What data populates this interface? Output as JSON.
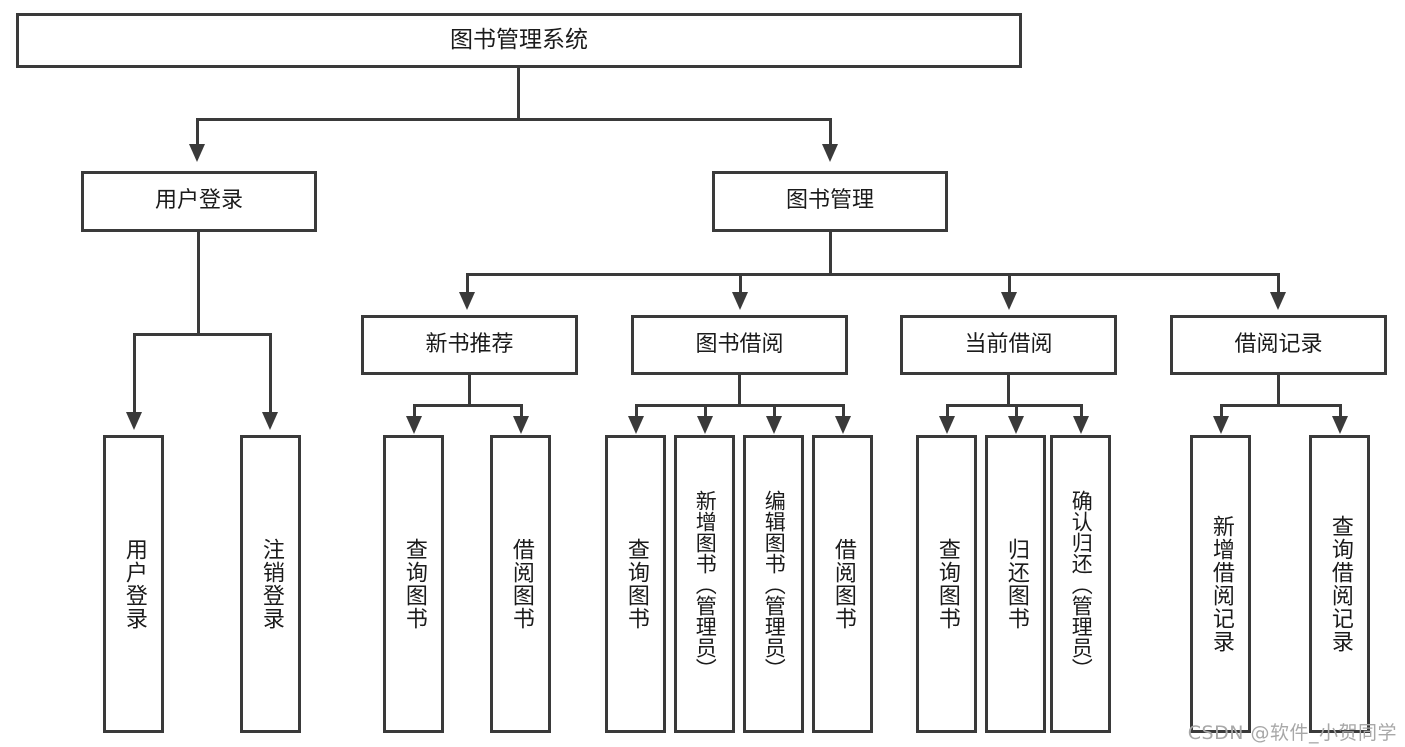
{
  "diagram": {
    "title": "图书管理系统",
    "type": "tree-hierarchy-chart",
    "root": {
      "label": "图书管理系统"
    },
    "level2": [
      {
        "label": "用户登录"
      },
      {
        "label": "图书管理"
      }
    ],
    "level3": [
      {
        "label": "新书推荐"
      },
      {
        "label": "图书借阅"
      },
      {
        "label": "当前借阅"
      },
      {
        "label": "借阅记录"
      }
    ],
    "leaves": {
      "user_login": [
        {
          "label": "用户登录"
        },
        {
          "label": "注销登录"
        }
      ],
      "new_book_recommend": [
        {
          "label": "查询图书"
        },
        {
          "label": "借阅图书"
        }
      ],
      "book_borrow": [
        {
          "label": "查询图书"
        },
        {
          "label": "新增图书（管理员）"
        },
        {
          "label": "编辑图书（管理员）"
        },
        {
          "label": "借阅图书"
        }
      ],
      "current_borrow": [
        {
          "label": "查询图书"
        },
        {
          "label": "归还图书"
        },
        {
          "label": "确认归还（管理员）"
        }
      ],
      "borrow_record": [
        {
          "label": "新增借阅记录"
        },
        {
          "label": "查询借阅记录"
        }
      ]
    }
  },
  "watermark": {
    "text": "CSDN @软件_小贺同学"
  },
  "colors": {
    "stroke": "#3a3a3a",
    "text": "#1b1b1b",
    "background": "#ffffff",
    "watermark": "#a8a8a8"
  }
}
